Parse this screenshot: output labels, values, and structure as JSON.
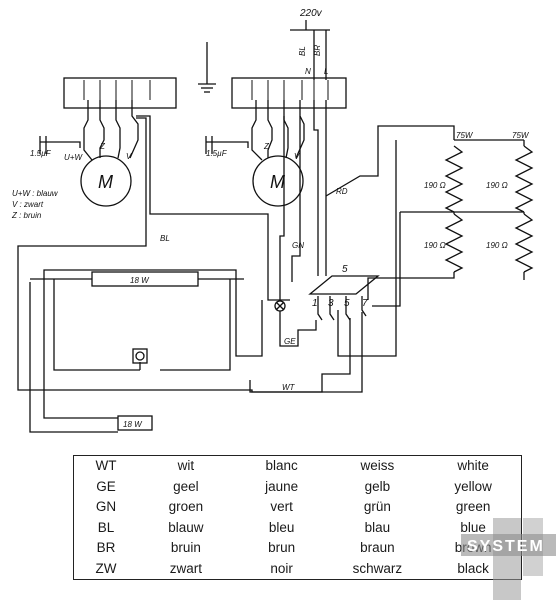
{
  "supply": {
    "voltage": "220v",
    "wire_bl": "BL",
    "wire_br": "BR",
    "neutral": "N",
    "live": "L"
  },
  "motors": {
    "left": {
      "capacitor": "1.5µF",
      "terminal_uw": "U+W",
      "terminal_z": "Z",
      "terminal_v": "V",
      "symbol": "M"
    },
    "right": {
      "capacitor": "1.5µF",
      "terminal_z": "Z",
      "terminal_v": "V",
      "symbol": "M"
    }
  },
  "motor_notes": [
    "U+W : blauw",
    "V : zwart",
    "Z : bruin"
  ],
  "heaters": {
    "power_left": "75W",
    "power_right": "75W",
    "resistances": [
      "190 Ω",
      "190 Ω",
      "190 Ω",
      "190 Ω"
    ]
  },
  "switch": {
    "top_label": "5",
    "contacts": [
      "1",
      "3",
      "5",
      "7"
    ]
  },
  "wire_labels": {
    "rd": "RD",
    "gn": "GN",
    "bl": "BL",
    "ge": "GE",
    "wt": "WT"
  },
  "lamps": {
    "tube": "18 W",
    "ballast": "18 W"
  },
  "legend": {
    "rows": [
      [
        "WT",
        "wit",
        "blanc",
        "weiss",
        "white"
      ],
      [
        "GE",
        "geel",
        "jaune",
        "gelb",
        "yellow"
      ],
      [
        "GN",
        "groen",
        "vert",
        "grün",
        "green"
      ],
      [
        "BL",
        "blauw",
        "bleu",
        "blau",
        "blue"
      ],
      [
        "BR",
        "bruin",
        "brun",
        "braun",
        "brown"
      ],
      [
        "ZW",
        "zwart",
        "noir",
        "schwarz",
        "black"
      ]
    ]
  },
  "watermark": {
    "text": "SYSTEM"
  }
}
